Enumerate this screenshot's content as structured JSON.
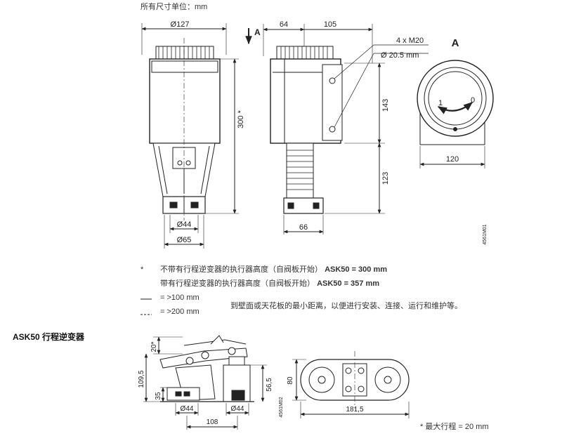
{
  "header": {
    "units": "所有尺寸单位：mm"
  },
  "front_view": {
    "d127": "Ø127",
    "view_arrow": "A",
    "h300": "300 *",
    "d44": "Ø44",
    "d65": "Ø65"
  },
  "side_view": {
    "w64": "64",
    "w105": "105",
    "cable": "4 x M20",
    "cable_d": "Ø 20.5 mm",
    "h143": "143",
    "h123": "123",
    "w66": "66",
    "code": "4561M01"
  },
  "view_a": {
    "title": "A",
    "w120": "120",
    "pos1": "1",
    "pos0": "0"
  },
  "notes": {
    "star": "*",
    "l1_text": "不带有行程逆变器的执行器高度（自阀板开始）",
    "l1_val": "ASK50 = 300 mm",
    "l2_text": "带有行程逆变器的执行器高度（自阀板开始）",
    "l2_val": "ASK50 = 357 mm",
    "l3": "= >100 mm",
    "l4": "= >200 mm",
    "clearance": "到壁面或天花板的最小距离，以便进行安装、连接、运行和维护等。"
  },
  "inverter": {
    "title": "ASK50 行程逆变器",
    "h20": "20*",
    "h109": "109,5",
    "h35": "35",
    "d44a": "Ø44",
    "d44b": "Ø44",
    "h56": "56,5",
    "w108": "108",
    "code": "4561M02",
    "h80": "80",
    "w181": "181,5",
    "footnote": "* 最大行程 = 20 mm"
  }
}
